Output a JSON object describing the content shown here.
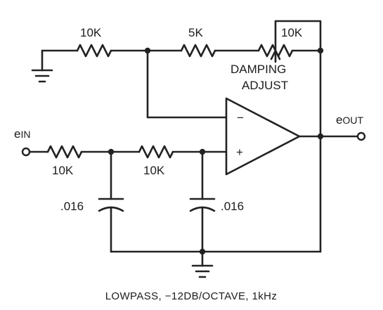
{
  "colors": {
    "ink": "#222222",
    "background": "#ffffff"
  },
  "resistors": {
    "r_ground": "10K",
    "r_feedback": "5K",
    "r_pot": "10K",
    "r_in1": "10K",
    "r_in2": "10K"
  },
  "capacitors": {
    "c1": ".016",
    "c2": ".016"
  },
  "pot_label": {
    "line1": "DAMPING",
    "line2": "ADJUST"
  },
  "opamp": {
    "inverting": "−",
    "noninverting": "+"
  },
  "terminals": {
    "input": {
      "main": "e",
      "sub": "IN"
    },
    "output": {
      "main": "e",
      "sub": "OUT"
    }
  },
  "caption": "LOWPASS, −12DB/OCTAVE, 1kHz",
  "icons": [
    "ground-symbol-icon",
    "ground-symbol-icon",
    "terminal-circle-icon",
    "terminal-circle-icon"
  ]
}
